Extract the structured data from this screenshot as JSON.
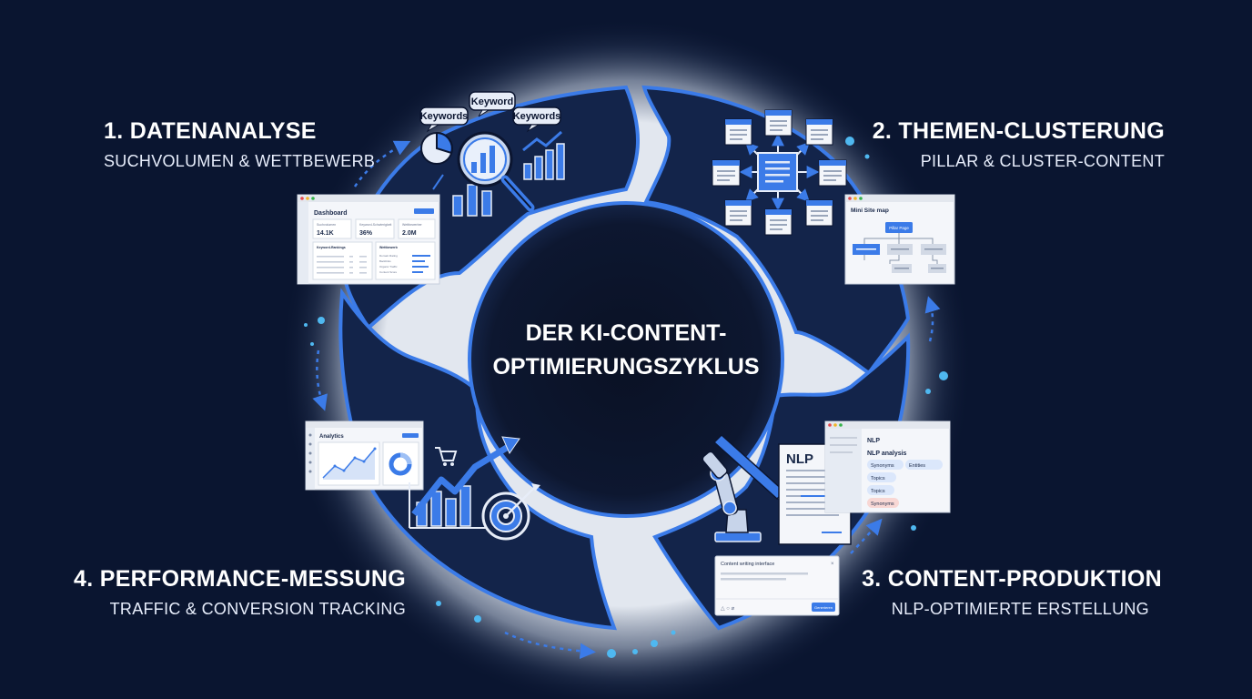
{
  "center_title": {
    "line1": "DER KI-CONTENT-",
    "line2": "OPTIMIERUNGSZYKLUS"
  },
  "steps": [
    {
      "title": "1. DATENANALYSE",
      "subtitle": "SUCHVOLUMEN & WETTBEWERB"
    },
    {
      "title": "2. THEMEN-CLUSTERUNG",
      "subtitle": "PILLAR & CLUSTER-CONTENT"
    },
    {
      "title": "3. CONTENT-PRODUKTION",
      "subtitle": "NLP-OPTIMIERTE ERSTELLUNG"
    },
    {
      "title": "4. PERFORMANCE-MESSUNG",
      "subtitle": "TRAFFIC & CONVERSION TRACKING"
    }
  ],
  "keyword_bubbles": [
    "Keyword",
    "Keywords",
    "Keywords"
  ],
  "dashboard": {
    "title": "Dashboard",
    "stat1_label": "Suchvolumen",
    "stat1_value": "14.1K",
    "stat2_label": "Keyword-Schwierigkeit",
    "stat2_value": "36%",
    "stat3_label": "Wettbewerber",
    "stat3_value": "2.0M",
    "list1_title": "Keyword-Rankings",
    "list2_title": "Wettbewerb",
    "list2_items": [
      "Domain Rating",
      "Backlinks",
      "Organic Traffic",
      "Content Score"
    ]
  },
  "site_map": {
    "title": "Mini Site map",
    "pillar": "Pillar Page"
  },
  "analytics": {
    "title": "Analytics"
  },
  "nlp_doc": {
    "label": "NLP"
  },
  "nlp_panel": {
    "title": "NLP",
    "subtitle": "NLP analysis",
    "tags": [
      "Synonyms",
      "Entities",
      "Topics",
      "Topics",
      "Synonyms"
    ]
  },
  "writer": {
    "title": "Content writing interface",
    "button": "Generieren"
  },
  "colors": {
    "background": "#0a1530",
    "ring": "#13244a",
    "accent": "#3b7be8",
    "glow": "#cfd6e2",
    "tag_red": "#f8d7d4",
    "tag_blue": "#dbe7fb"
  }
}
